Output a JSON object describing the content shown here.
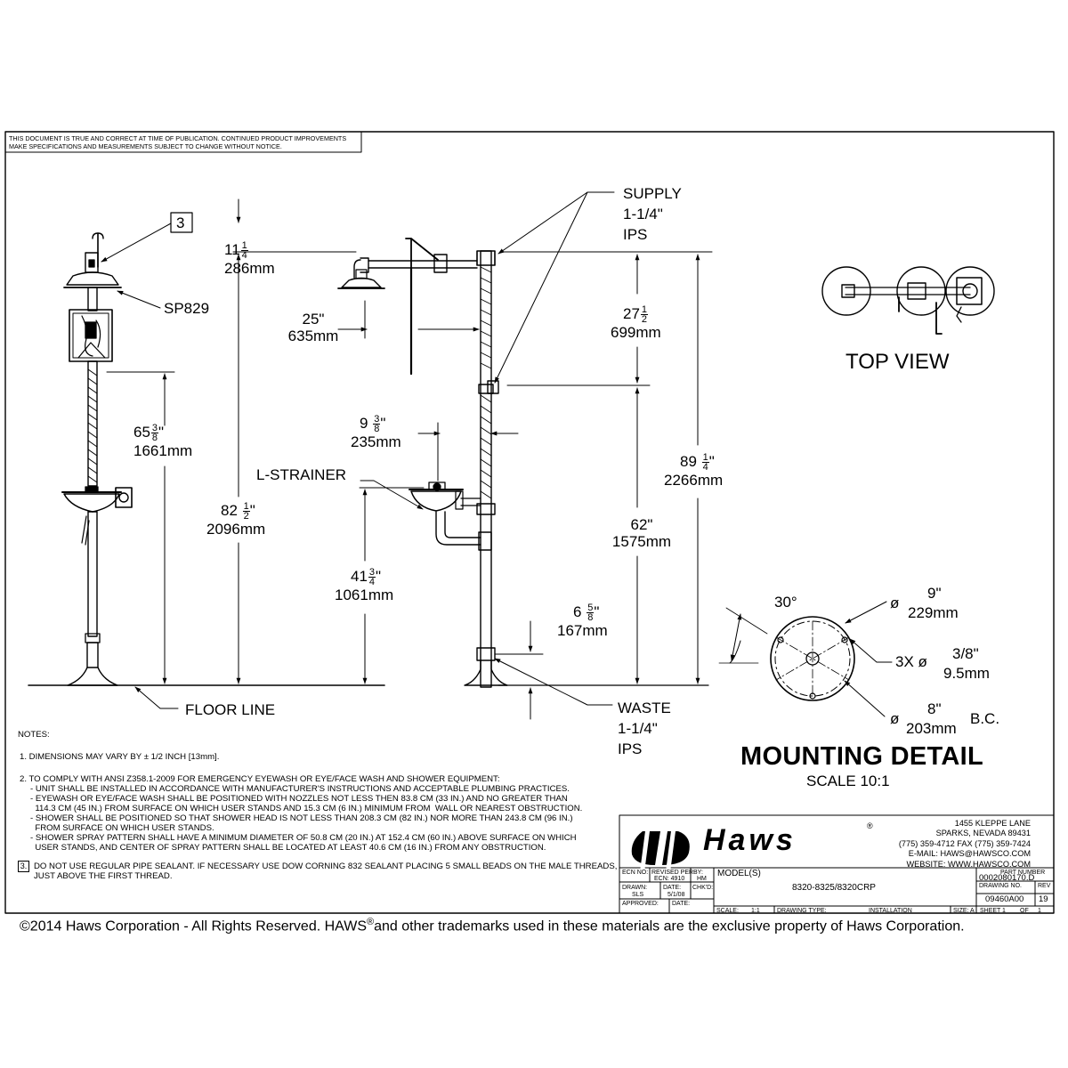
{
  "disclaimer": "THIS DOCUMENT IS TRUE AND CORRECT AT TIME OF PUBLICATION. CONTINUED PRODUCT IMPROVEMENTS MAKE SPECIFICATIONS AND MEASUREMENTS SUBJECT TO CHANGE WITHOUT NOTICE.",
  "callouts": {
    "note_ref": "3",
    "sp829": "SP829",
    "supply": [
      "SUPPLY",
      "1-1/4\"",
      "IPS"
    ],
    "l_strainer": "L-STRAINER",
    "floor_line": "FLOOR LINE",
    "waste": [
      "WASTE",
      "1-1/4\"",
      "IPS"
    ]
  },
  "dims": {
    "d_11": {
      "whole": "11",
      "num": "1",
      "den": "4",
      "unit": "",
      "mm": "286mm"
    },
    "d_25": {
      "in": "25\"",
      "mm": "635mm"
    },
    "d_65": {
      "whole": "65",
      "num": "3",
      "den": "8",
      "unit": "\"",
      "mm": "1661mm"
    },
    "d_9": {
      "whole": "9 ",
      "num": "3",
      "den": "8",
      "unit": "\"",
      "mm": "235mm"
    },
    "d_82": {
      "whole": "82 ",
      "num": "1",
      "den": "2",
      "unit": "\"",
      "mm": "2096mm"
    },
    "d_41": {
      "whole": "41",
      "num": "3",
      "den": "4",
      "unit": "\"",
      "mm": "1061mm"
    },
    "d_27": {
      "whole": "27",
      "num": "1",
      "den": "2",
      "unit": "",
      "mm": "699mm"
    },
    "d_62": {
      "in": "62\"",
      "mm": "1575mm"
    },
    "d_89": {
      "whole": "89 ",
      "num": "1",
      "den": "4",
      "unit": "\"",
      "mm": "2266mm"
    },
    "d_6": {
      "whole": "6 ",
      "num": "5",
      "den": "8",
      "unit": "\"",
      "mm": "167mm"
    }
  },
  "top_view_label": "TOP VIEW",
  "mounting": {
    "angle": "30°",
    "dia_9": [
      "ø",
      "9\"",
      "229mm"
    ],
    "holes": [
      "3X ø",
      "3/8\"",
      "9.5mm"
    ],
    "bc": [
      "ø",
      "8\"",
      "203mm",
      "B.C."
    ],
    "title": "MOUNTING DETAIL",
    "scale": "SCALE 10:1"
  },
  "notes": {
    "title": "NOTES:",
    "n1": "1.  DIMENSIONS MAY VARY BY ± 1/2 INCH [13mm].",
    "n2": "2.  TO COMPLY WITH ANSI Z358.1-2009 FOR EMERGENCY EYEWASH OR EYE/FACE WASH AND SHOWER EQUIPMENT:",
    "n2_items": [
      "- UNIT SHALL BE INSTALLED IN ACCORDANCE WITH MANUFACTURER'S INSTRUCTIONS AND ACCEPTABLE PLUMBING PRACTICES.",
      "- EYEWASH OR EYE/FACE WASH SHALL BE POSITIONED WITH NOZZLES NOT LESS THEN 83.8 CM (33 IN.) AND NO GREATER THAN",
      "  114.3 CM (45 IN.) FROM SURFACE ON WHICH USER STANDS AND 15.3 CM (6 IN.) MINIMUM FROM  WALL OR NEAREST OBSTRUCTION.",
      "- SHOWER SHALL BE POSITIONED SO THAT SHOWER HEAD IS NOT LESS THAN 208.3 CM (82 IN.) NOR MORE THAN 243.8 CM (96 IN.)",
      "  FROM SURFACE ON WHICH USER STANDS.",
      "- SHOWER SPRAY PATTERN SHALL HAVE A MINIMUM DIAMETER OF 50.8 CM (20 IN.) AT 152.4 CM (60 IN.) ABOVE SURFACE ON WHICH",
      "  USER STANDS, AND CENTER OF SPRAY PATTERN SHALL BE LOCATED AT LEAST 40.6 CM (16 IN.) FROM ANY OBSTRUCTION."
    ],
    "n3_num": "3.",
    "n3": "DO NOT USE REGULAR PIPE SEALANT.  IF NECESSARY USE DOW CORNING 832 SEALANT PLACING 5 SMALL BEADS ON THE MALE THREADS, JUST ABOVE THE FIRST THREAD."
  },
  "title_block": {
    "brand": "Haws",
    "reg": "®",
    "address": [
      "1455 KLEPPE LANE",
      "SPARKS, NEVADA  89431",
      "(775) 359-4712  FAX (775) 359-7424",
      "E-MAIL:  HAWS@HAWSCO.COM",
      "WEBSITE: WWW.HAWSCO.COM"
    ],
    "ecn_no": "ECN NO:",
    "revised_per": "REVISED PER",
    "by": "BY:",
    "ecn_val": "ECN: 4910",
    "by_val": "HM",
    "drawn": "DRAWN:",
    "drawn_val": "SLS",
    "date": "DATE:",
    "date_val": "5/1/08",
    "chkd": "CHK'D:",
    "approved": "APPROVED:",
    "date2": "DATE:",
    "models_label": "MODEL(S)",
    "models": "8320-8325/8320CRP",
    "part_number_label": "PART NUMBER",
    "part_number": "0002080170.D",
    "drawing_no_label": "DRAWING NO.",
    "drawing_no": "09460A00",
    "rev_label": "REV",
    "rev": "19",
    "scale_label": "SCALE:",
    "scale": "1:1",
    "drawing_type_label": "DRAWING TYPE:",
    "drawing_type": "INSTALLATION",
    "size_label": "SIZE:",
    "size": "A",
    "sheet_label": "SHEET",
    "sheet": "1",
    "of_label": "OF",
    "of": "1"
  },
  "footer": {
    "pre": "©2014 Haws Corporation - All Rights Reserved.  HAWS",
    "sup": "®",
    "post": "and other trademarks used in these materials are the exclusive property of Haws Corporation."
  }
}
